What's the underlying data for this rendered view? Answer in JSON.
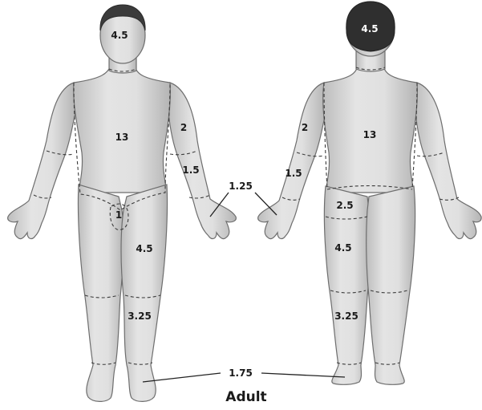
{
  "caption": "Adult",
  "front": {
    "head": "4.5",
    "trunk": "13",
    "upper_arm": "2",
    "forearm": "1.5",
    "hand": "1.25",
    "genitalia": "1",
    "thigh": "4.5",
    "lower_leg": "3.25"
  },
  "back": {
    "head": "4.5",
    "trunk": "13",
    "upper_arm": "2",
    "forearm": "1.5",
    "buttock": "2.5",
    "thigh": "4.5",
    "lower_leg": "3.25"
  },
  "shared": {
    "foot": "1.75"
  }
}
